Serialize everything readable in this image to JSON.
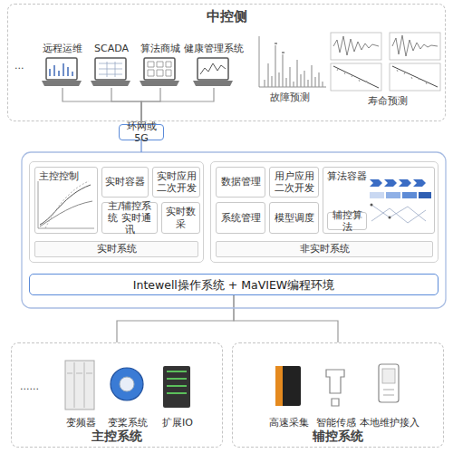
{
  "diagram": {
    "nodes": [
      {
        "text": [
          "中控侧"
        ]
      },
      {
        "text": [
          "远程运维"
        ],
        "in": 0
      },
      {
        "text": [
          "SCADA"
        ],
        "in": 0
      },
      {
        "text": [
          "算法商城"
        ],
        "in": 0
      },
      {
        "text": [
          "健康管理系统"
        ],
        "in": 0
      },
      {
        "text": [
          "环网或5G"
        ]
      },
      {
        "text": [
          "实时系统"
        ]
      },
      {
        "text": [
          "主控控制"
        ],
        "in": 6
      },
      {
        "text": [
          "实时容器"
        ],
        "in": 6
      },
      {
        "text": [
          "实时应用 二次开发"
        ],
        "in": 6
      },
      {
        "text": [
          "主/辅控系统 实时通讯"
        ],
        "in": 6
      },
      {
        "text": [
          "实时数采"
        ],
        "in": 6
      },
      {
        "text": [
          "非实时系统"
        ]
      },
      {
        "text": [
          "数据管理"
        ],
        "in": 12
      },
      {
        "text": [
          "用户应用 二次开发"
        ],
        "in": 12
      },
      {
        "text": [
          "算法容器"
        ],
        "in": 12
      },
      {
        "text": [
          "系统管理"
        ],
        "in": 12
      },
      {
        "text": [
          "模型调度"
        ],
        "in": 12
      },
      {
        "text": [
          "辅控算法"
        ],
        "in": 15
      },
      {
        "text": [
          "Intewell操作系统 + MaVIEW编程环境"
        ]
      },
      {
        "text": [
          "主控系统"
        ]
      },
      {
        "text": [
          "变频器"
        ],
        "in": 20
      },
      {
        "text": [
          "变桨系统"
        ],
        "in": 20
      },
      {
        "text": [
          "扩展IO"
        ],
        "in": 20
      },
      {
        "text": [
          "辅控系统"
        ]
      },
      {
        "text": [
          "高速采集"
        ],
        "in": 24
      },
      {
        "text": [
          "智能传感"
        ],
        "in": 24
      },
      {
        "text": [
          "本地维护接入"
        ],
        "in": 24
      }
    ],
    "edges": [
      {
        "from": 1,
        "to": 5,
        "arrow": "none"
      },
      {
        "from": 2,
        "to": 5,
        "arrow": "none"
      },
      {
        "from": 3,
        "to": 5,
        "arrow": "none"
      },
      {
        "from": 4,
        "to": 5,
        "arrow": "none"
      },
      {
        "from": 19,
        "to": 20,
        "arrow": "none"
      },
      {
        "from": 19,
        "to": 24,
        "arrow": "none"
      }
    ],
    "labels": [
      "...",
      "故障预测",
      "寿命预测",
      "......"
    ]
  }
}
